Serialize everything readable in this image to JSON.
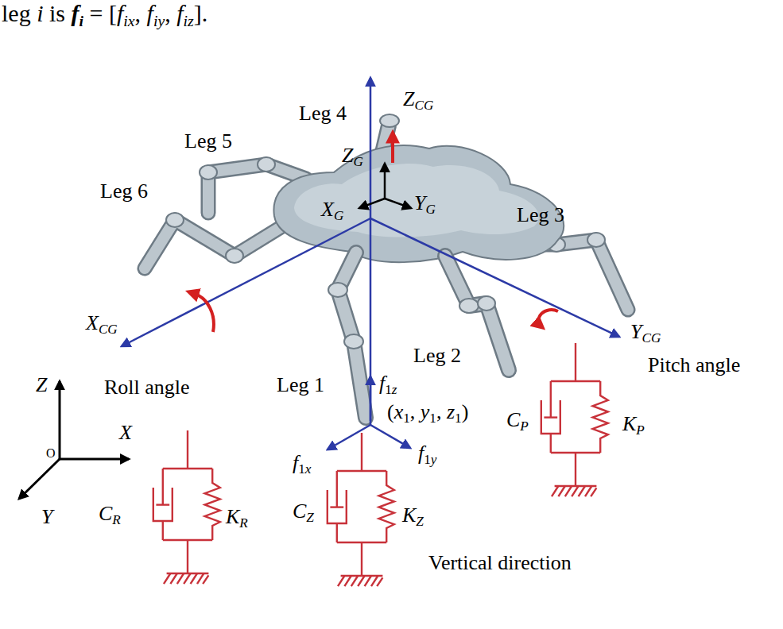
{
  "diagram": {
    "labels": [
      "leg i is fi = [fix, fiy, fiz].",
      "Leg 4",
      "ZCG",
      "Leg 5",
      "ZG",
      "Leg 6",
      "XG",
      "YG",
      "Leg 3",
      "XCG",
      "YCG",
      "Roll angle",
      "Leg 2",
      "Pitch angle",
      "Z",
      "Leg 1",
      "f1z",
      "(x1, y1, z1)",
      "X",
      "CP",
      "KP",
      "O",
      "f1x",
      "f1y",
      "Y",
      "CR",
      "KR",
      "CZ",
      "KZ",
      "Vertical direction"
    ]
  }
}
